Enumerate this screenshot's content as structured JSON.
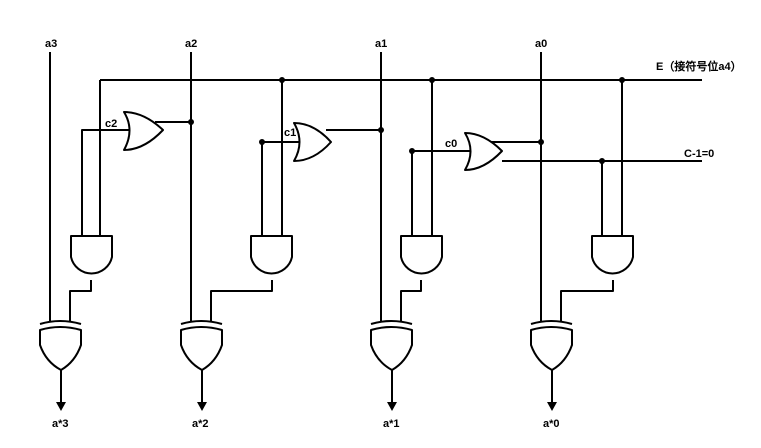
{
  "inputs": {
    "a3": "a3",
    "a2": "a2",
    "a1": "a1",
    "a0": "a0"
  },
  "signals": {
    "e": "E（接符号位a4）",
    "cin": "C-1=0",
    "c2": "c2",
    "c1": "c1",
    "c0": "c0"
  },
  "outputs": {
    "o3": "a*3",
    "o2": "a*2",
    "o1": "a*1",
    "o0": "a*0"
  }
}
